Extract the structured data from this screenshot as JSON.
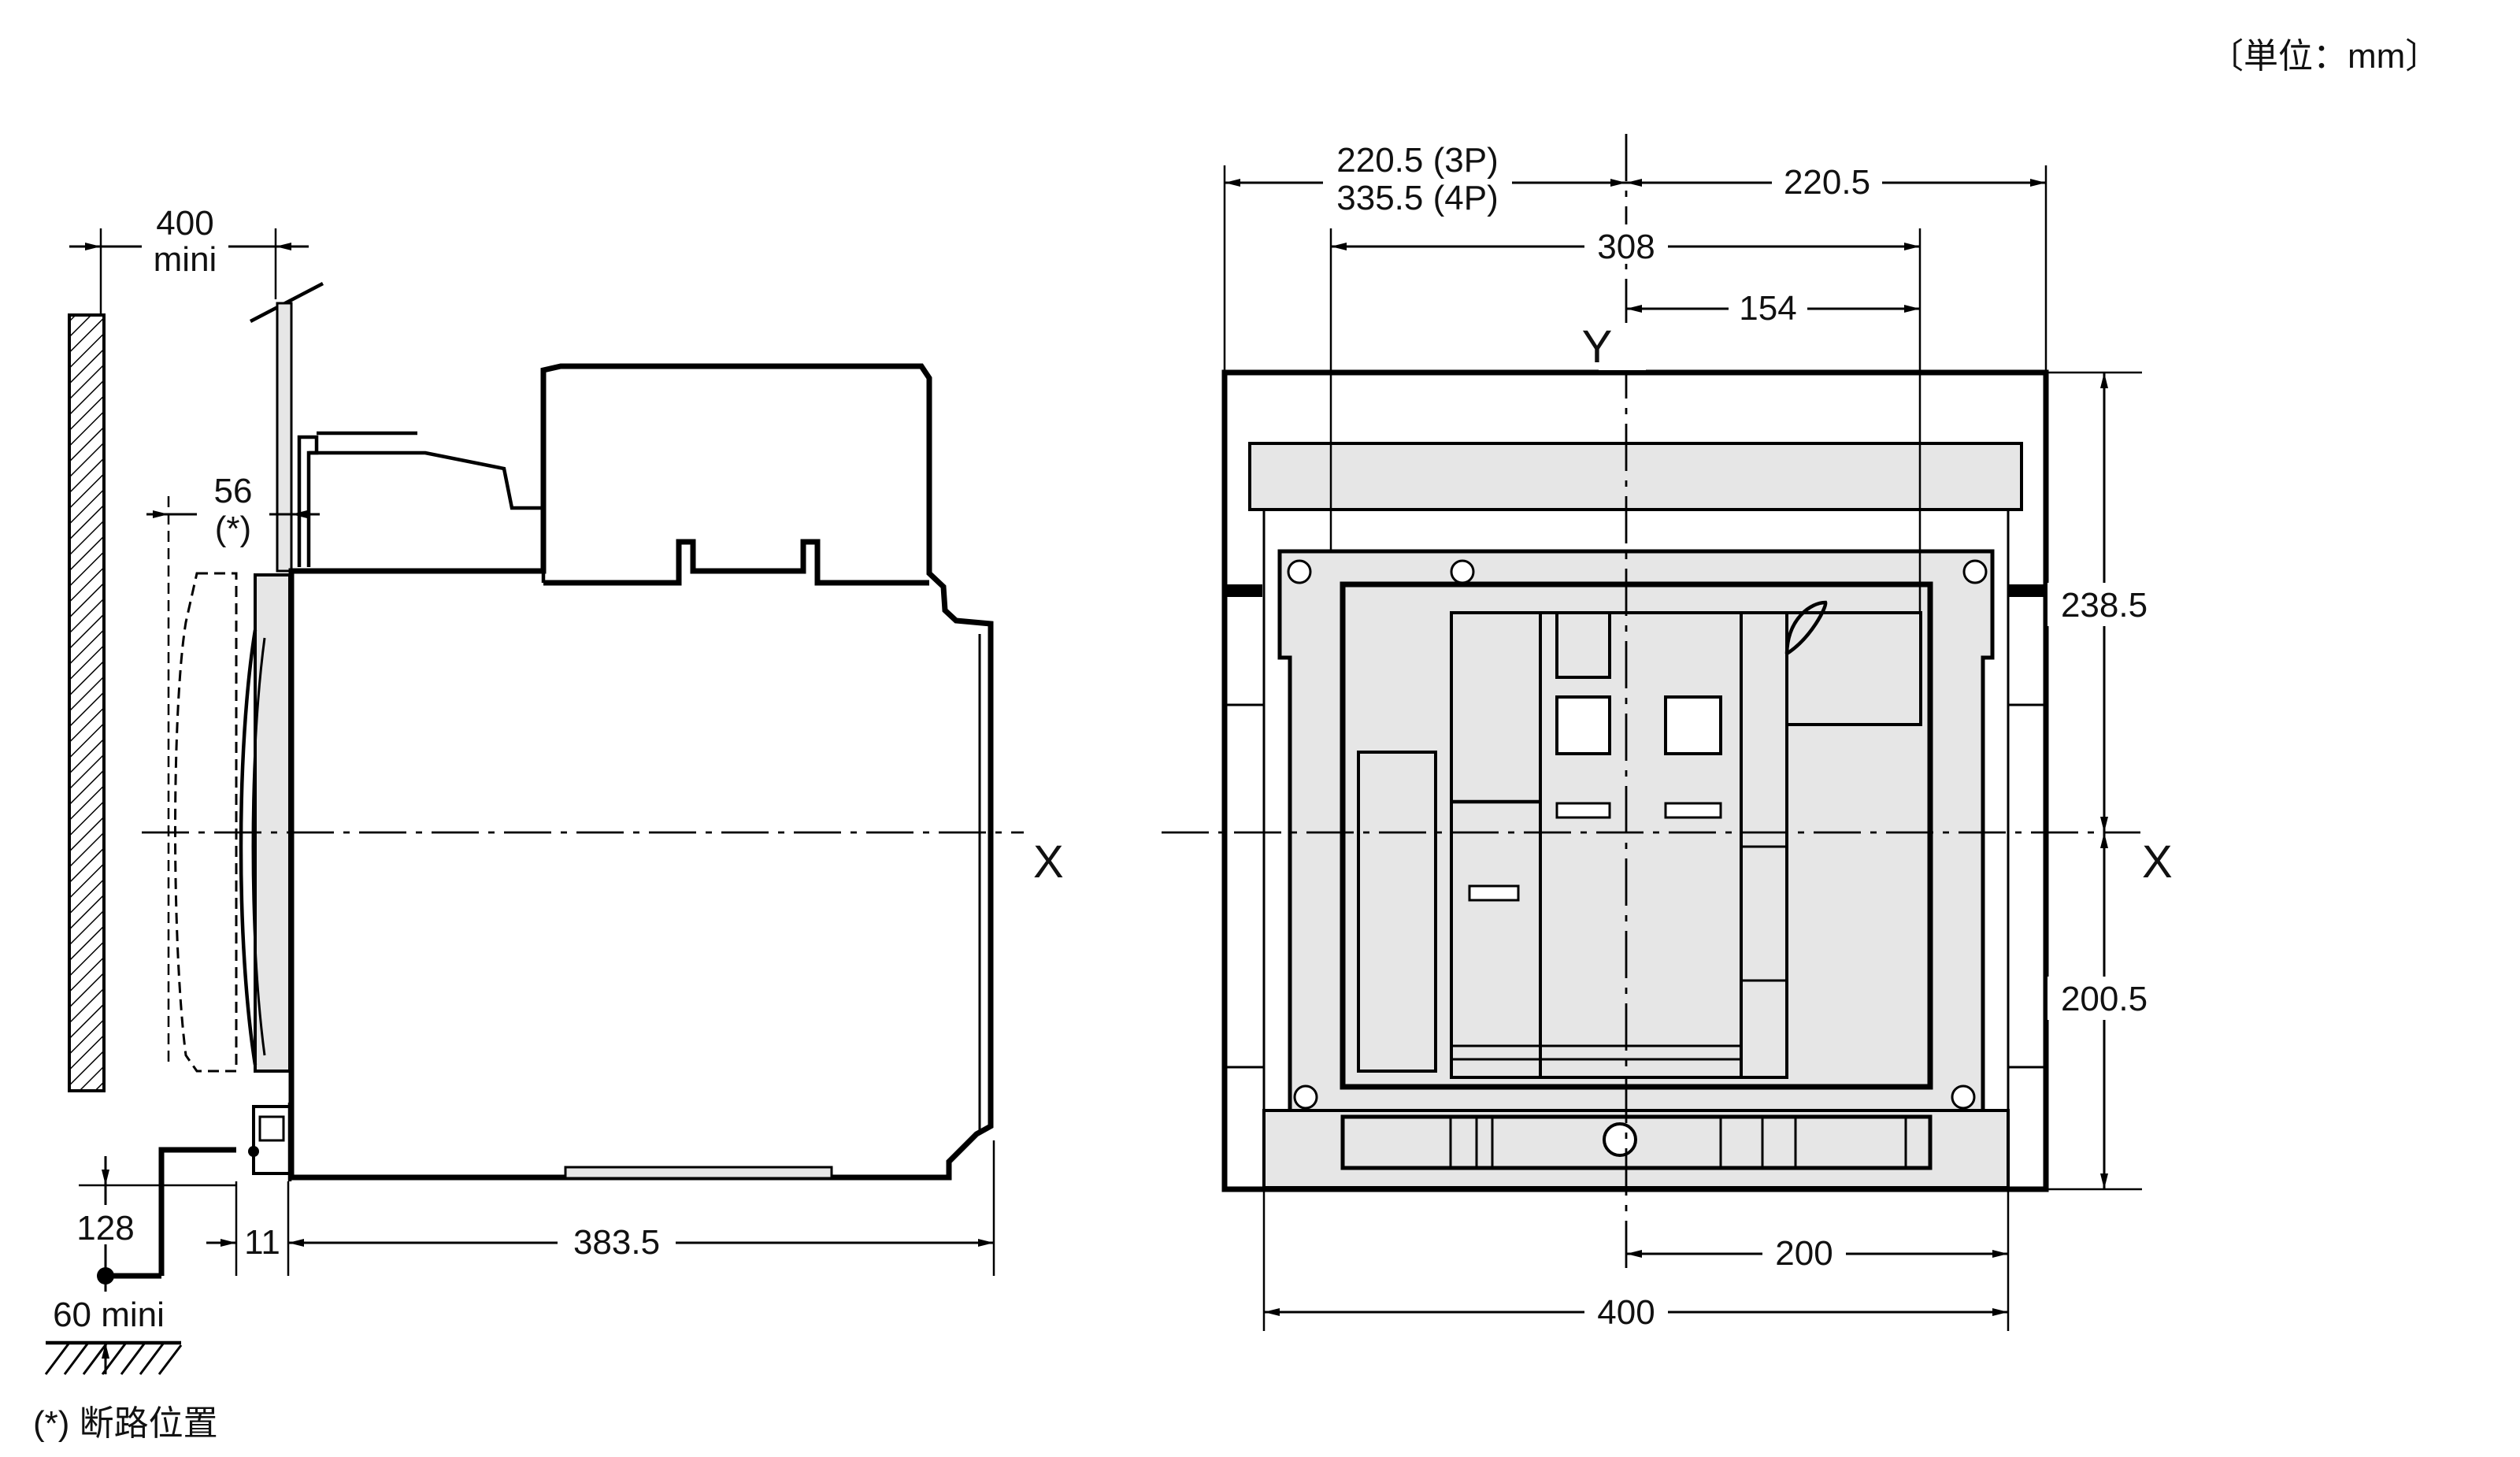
{
  "unit_note": "〔単位：mm〕",
  "footnote": "(*) 断路位置",
  "axes": {
    "x_side": "X",
    "x_front": "X",
    "y_front": "Y"
  },
  "side_view": {
    "dims": {
      "clearance_value": "400",
      "clearance_unit": "mini",
      "disconnect_value": "56",
      "disconnect_mark": "(*)",
      "bottom": "128",
      "floor": "60 mini",
      "flange": "11",
      "depth": "383.5"
    }
  },
  "front_view": {
    "dims": {
      "left_top_3p": "220.5 (3P)",
      "left_top_4p": "335.5 (4P)",
      "right_top": "220.5",
      "holes_span": "308",
      "holes_half": "154",
      "upper_height": "238.5",
      "lower_height": "200.5",
      "half_width": "200",
      "width": "400"
    }
  },
  "colors": {
    "line": "#000000",
    "panel_fill": "#e6e6e6",
    "background": "#ffffff"
  }
}
